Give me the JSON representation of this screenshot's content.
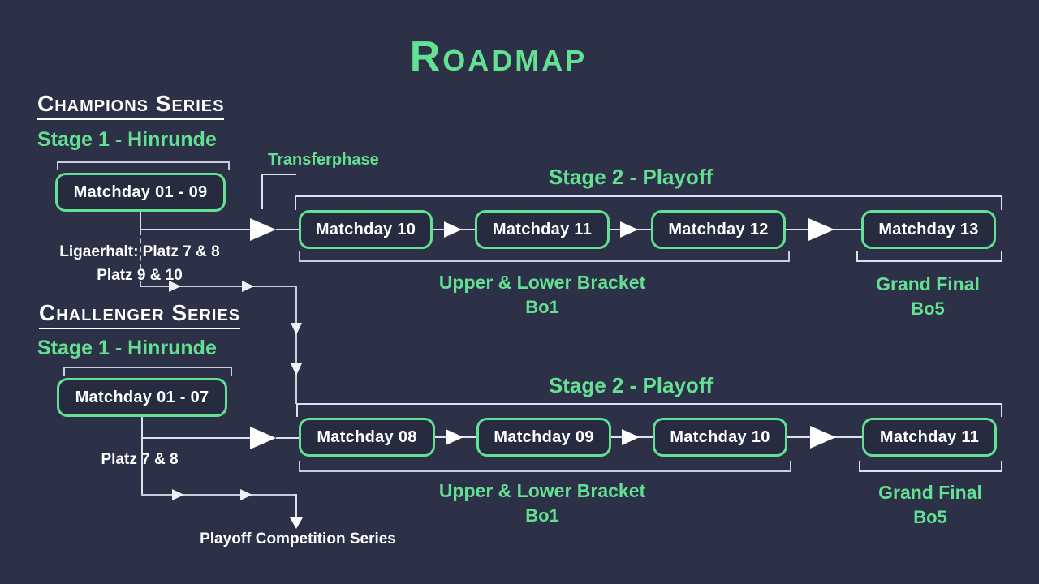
{
  "header": {
    "title": "Roadmap"
  },
  "colors": {
    "background": "#2d3147",
    "box_fill": "#262b40",
    "accent_green": "#63e092",
    "text_white": "#ffffff",
    "line": "#dfe1ea"
  },
  "champions": {
    "heading": "Champions Series",
    "stage1_label": "Stage 1 - Hinrunde",
    "stage1_box": "Matchday 01 - 09",
    "transfer_label": "Transferphase",
    "relegation_line1": "Ligaerhalt: Platz 7 & 8",
    "relegation_line2": "Platz 9 & 10",
    "stage2_label": "Stage 2 - Playoff",
    "playoff_boxes": [
      "Matchday 10",
      "Matchday 11",
      "Matchday 12",
      "Matchday 13"
    ],
    "bracket_label": "Upper & Lower Bracket",
    "bracket_mode": "Bo1",
    "final_label": "Grand Final",
    "final_mode": "Bo5"
  },
  "challenger": {
    "heading": "Challenger Series",
    "stage1_label": "Stage 1 - Hinrunde",
    "stage1_box": "Matchday 01 - 07",
    "relegation_label": "Platz 7 & 8",
    "playoff_competition_label": "Playoff Competition Series",
    "stage2_label": "Stage 2 - Playoff",
    "playoff_boxes": [
      "Matchday 08",
      "Matchday 09",
      "Matchday 10",
      "Matchday 11"
    ],
    "bracket_label": "Upper & Lower Bracket",
    "bracket_mode": "Bo1",
    "final_label": "Grand Final",
    "final_mode": "Bo5"
  }
}
